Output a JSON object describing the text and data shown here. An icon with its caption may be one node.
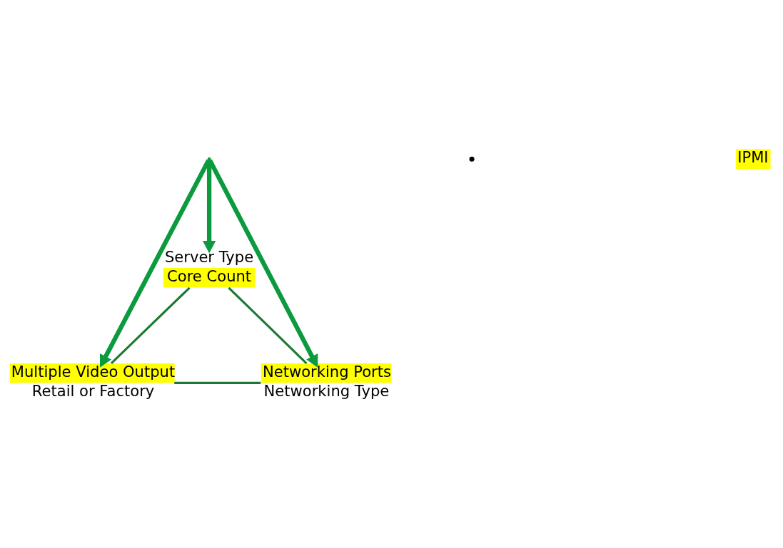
{
  "diagram": {
    "nodes": [
      {
        "text": [
          "Server Type",
          "Core Count"
        ]
      },
      {
        "text": [],
        "shape": "point"
      },
      {
        "text": [
          "Multiple Video Output",
          "Retail or Factory"
        ]
      },
      {
        "text": [
          "Networking Ports",
          "Networking Type"
        ]
      }
    ],
    "edges": [
      {
        "from": 1,
        "to": 0,
        "arrow": "to",
        "style": "thick",
        "color": "#0c9a3e"
      },
      {
        "from": 1,
        "to": 2,
        "arrow": "to",
        "style": "thick",
        "color": "#0c9a3e"
      },
      {
        "from": 1,
        "to": 3,
        "arrow": "to",
        "style": "thick",
        "color": "#0c9a3e"
      },
      {
        "from": 0,
        "to": 2,
        "arrow": "none",
        "color": "#1b7a32"
      },
      {
        "from": 0,
        "to": 3,
        "arrow": "none",
        "color": "#1b7a32"
      },
      {
        "from": 2,
        "to": 3,
        "arrow": "none",
        "color": "#1b7a32"
      }
    ],
    "labels": [
      "IPMI"
    ]
  }
}
